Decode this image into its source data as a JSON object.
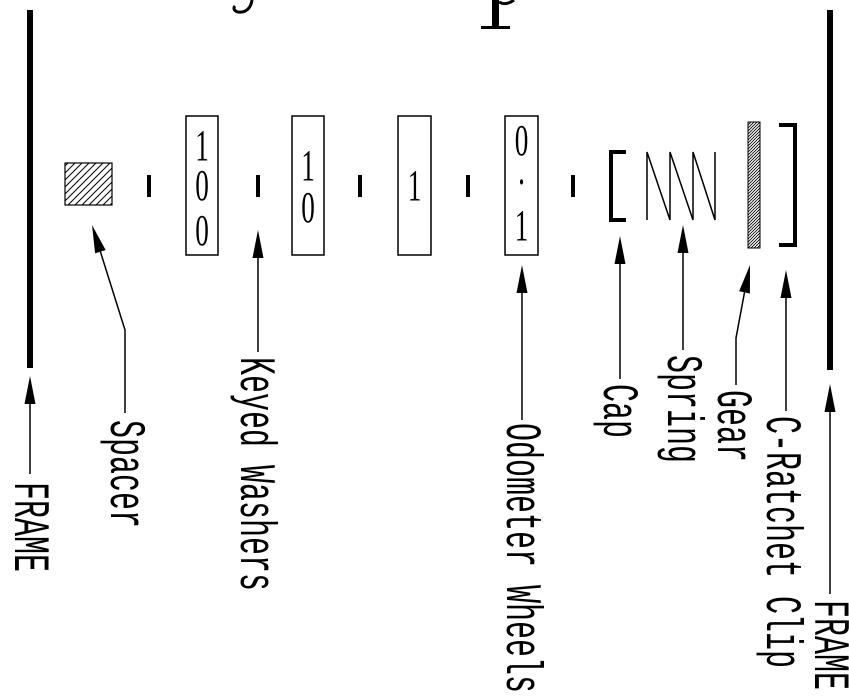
{
  "labels": {
    "frame_left": "FRAME",
    "spacer": "Spacer",
    "keyed_washers": "Keyed Washers",
    "odometer_wheels": "Odometer Wheels",
    "cap": "Cap",
    "spring": "Spring",
    "gear": "Gear",
    "c_ratchet_clip": "C-Ratchet Clip",
    "frame_right": "FRAME"
  },
  "wheels": [
    {
      "digits": [
        "1",
        "0",
        "0"
      ]
    },
    {
      "digits": [
        "1",
        "0"
      ]
    },
    {
      "digits": [
        "1"
      ]
    },
    {
      "digits": [
        "0",
        ".",
        "1"
      ]
    }
  ],
  "colors": {
    "ink": "#000000",
    "background": "#ffffff"
  }
}
